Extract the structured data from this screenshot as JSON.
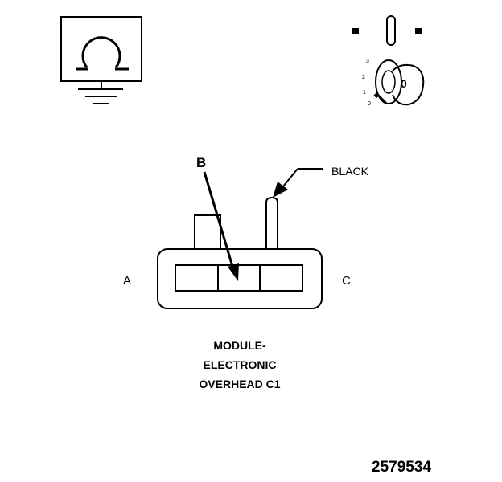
{
  "diagram": {
    "ohmmeter_icon": "ohmmeter-icon",
    "ignition_icon": "ignition-switch-icon",
    "ignition_positions": [
      "3",
      "2",
      "1",
      "0"
    ],
    "key_label": "0",
    "connector": {
      "pin_left": "A",
      "pin_right": "C",
      "callout": "B",
      "wire_color": "BLACK",
      "title_lines": [
        "MODULE-",
        "ELECTRONIC",
        "OVERHEAD C1"
      ]
    },
    "figure_number": "2579534"
  }
}
